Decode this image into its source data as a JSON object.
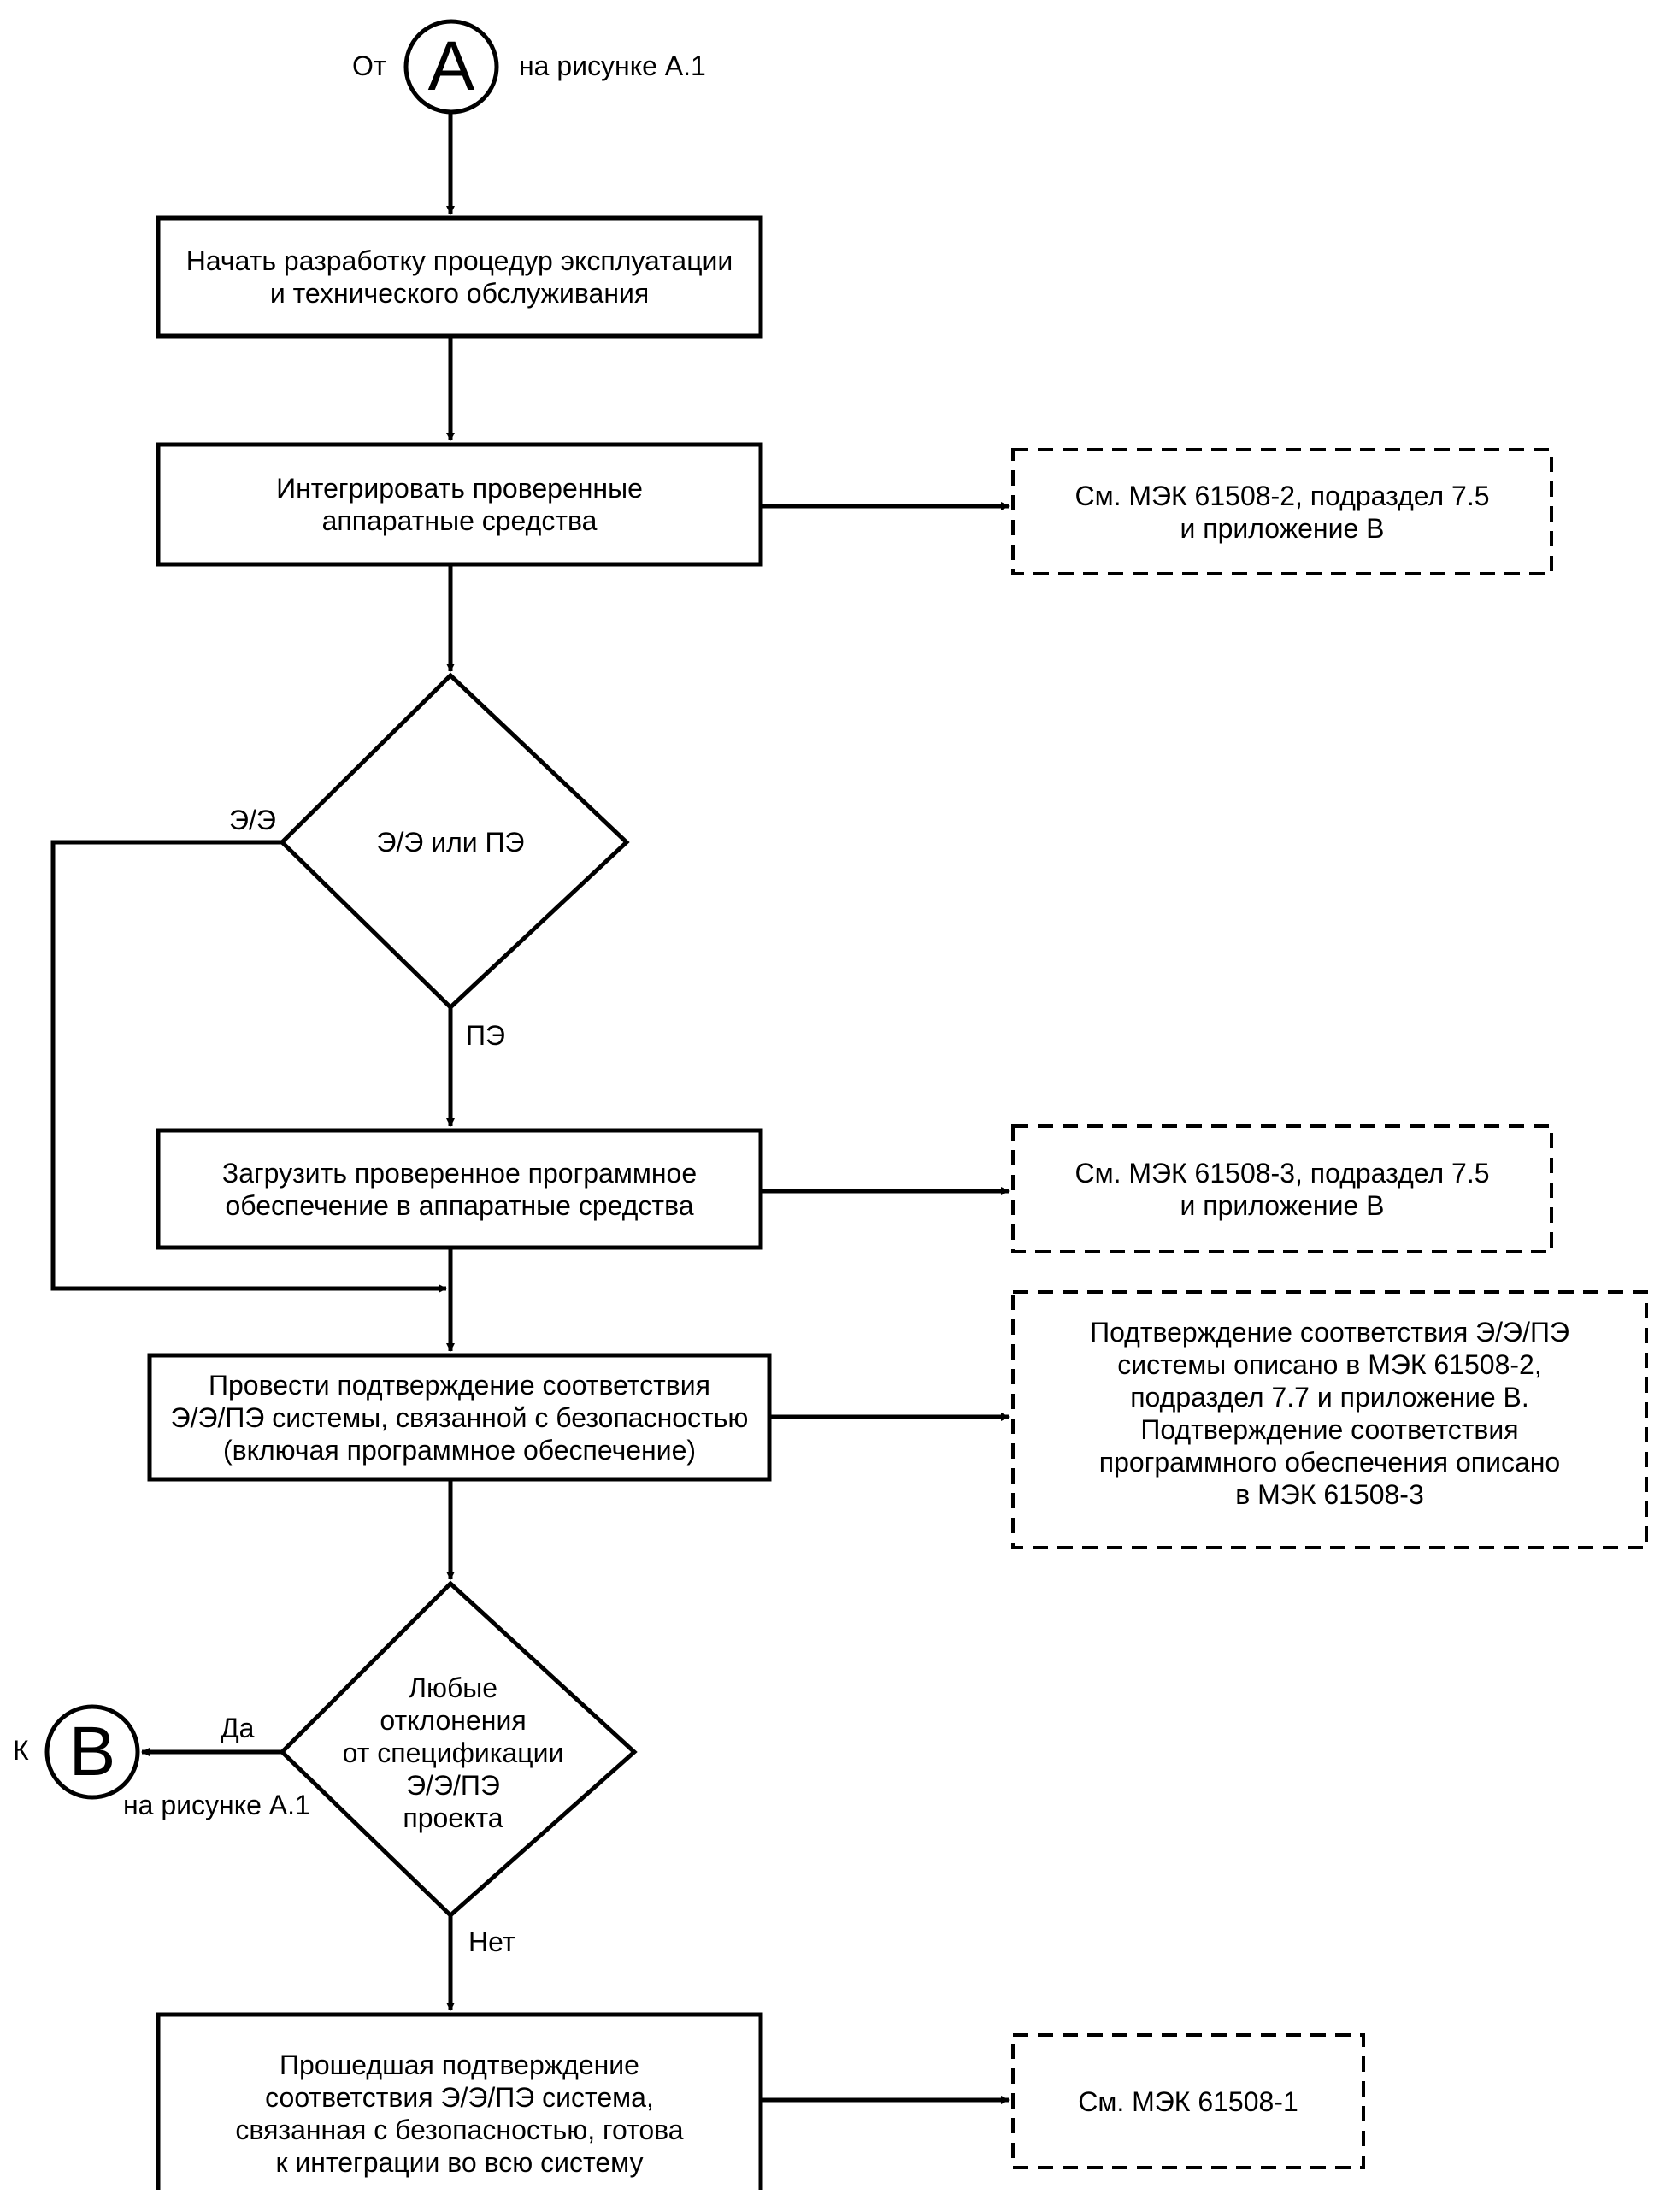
{
  "connectors": {
    "a": {
      "letter": "A",
      "prefix": "От",
      "suffix": "на рисунке А.1"
    },
    "b": {
      "letter": "В",
      "prefix": "К",
      "suffix": "на рисунке А.1"
    }
  },
  "steps": {
    "start": "Начать разработку процедур эксплуатации\nи технического обслуживания",
    "integrate_hw": "Интегрировать проверенные\nаппаратные средства",
    "load_sw": "Загрузить проверенное программное\nобеспечение в аппаратные средства",
    "validate": "Провести подтверждение соответствия\nЭ/Э/ПЭ системы, связанной с безопасностью\n(включая программное обеспечение)",
    "ready": "Прошедшая подтверждение\nсоответствия Э/Э/ПЭ система,\nсвязанная с безопасностью, готова\nк интеграции во всю систему"
  },
  "decisions": {
    "technology": {
      "question": "Э/Э или ПЭ",
      "branch_left": "Э/Э",
      "branch_down": "ПЭ"
    },
    "deviations": {
      "question": "Любые\nотклонения\nот спецификации\nЭ/Э/ПЭ\nпроекта",
      "branch_yes": "Да",
      "branch_no": "Нет"
    }
  },
  "references": {
    "ref_hw": "См. МЭК 61508-2, подраздел 7.5\nи приложение В",
    "ref_sw": "См. МЭК 61508-3, подраздел 7.5\nи приложение В",
    "ref_validation": "Подтверждение соответствия Э/Э/ПЭ\nсистемы описано в МЭК 61508-2,\nподраздел 7.7 и приложение В.\nПодтверждение соответствия\nпрограммного обеспечения описано\nв МЭК 61508-3",
    "ref_system": "См. МЭК 61508-1"
  }
}
